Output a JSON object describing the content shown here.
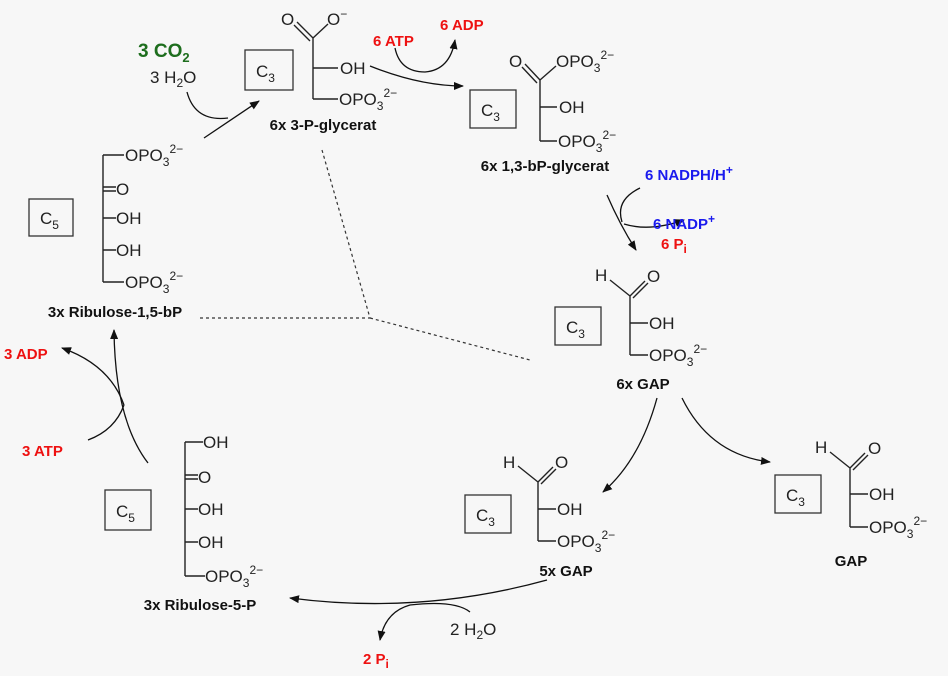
{
  "groups": {
    "opo": "OPO",
    "sub3": "3",
    "charge": "2−",
    "oh": "OH",
    "o": "O",
    "minus": "−",
    "h": "H"
  },
  "boxes": {
    "c": "C",
    "sub3": "3",
    "sub5": "5"
  },
  "compounds": {
    "ribulose_bp": "3x  Ribulose-1,5-bP",
    "pglycerat": "6x  3-P-glycerat",
    "bpglycerat": "6x  1,3-bP-glycerat",
    "gap6": "6x  GAP",
    "gap5": "5x  GAP",
    "gap": "GAP",
    "ru5p": "3x  Ribulose-5-P"
  },
  "reagents": {
    "co2": {
      "main": "3 CO",
      "sub": "2"
    },
    "h2o_in": {
      "main": "3 H",
      "sub": "2",
      "end": "O"
    },
    "atp6": "6 ATP",
    "adp6": "6 ADP",
    "nadph": {
      "main": "6 NADPH/H",
      "sup": "+"
    },
    "nadp": {
      "main": "6 NADP",
      "sup": "+"
    },
    "pi6": {
      "main": "6 P",
      "sub": "i"
    },
    "adp3": "3 ADP",
    "atp3": "3 ATP",
    "h2o_out": {
      "main": "2 H",
      "sub": "2",
      "end": "O"
    },
    "pi2": {
      "main": "2 P",
      "sub": "i"
    }
  },
  "colors": {
    "atp": "#ee1111",
    "nadph": "#1a1aee",
    "co2": "#1e6e1e",
    "background": "#f7f7f7"
  }
}
